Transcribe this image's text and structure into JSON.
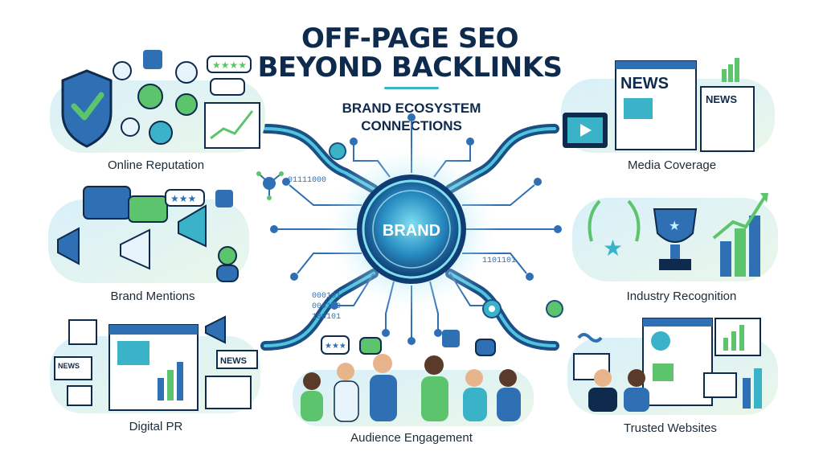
{
  "header": {
    "title_line1": "OFF-PAGE SEO",
    "title_line2": "BEYOND BACKLINKS",
    "subtitle_line1": "BRAND  ECOSYSTEM",
    "subtitle_line2": "CONNECTIONS"
  },
  "hub": {
    "label": "BRAND"
  },
  "panels": {
    "online_reputation": "Online Reputation",
    "brand_mentions": "Brand Mentions",
    "digital_pr": "Digital PR",
    "audience_engagement": "Audience Engagement",
    "media_coverage": "Media Coverage",
    "industry_recognition": "Industry Recognition",
    "trusted_websites": "Trusted Websites"
  },
  "art_text": {
    "news_main": "NEWS",
    "news_small": "NEWS",
    "news_pr_right": "NEWS",
    "news_pr_left": "NEWS",
    "binary_top": "01111000",
    "binary_right": "1101101",
    "binary_bottom_1": "000101",
    "binary_bottom_2": "000110",
    "binary_bottom_3": "100101"
  },
  "colors": {
    "navy": "#0e2a4d",
    "blue": "#2f6fb4",
    "teal": "#3ab3c9",
    "green": "#5cc46c",
    "light_bg": "#e7f4fb"
  }
}
